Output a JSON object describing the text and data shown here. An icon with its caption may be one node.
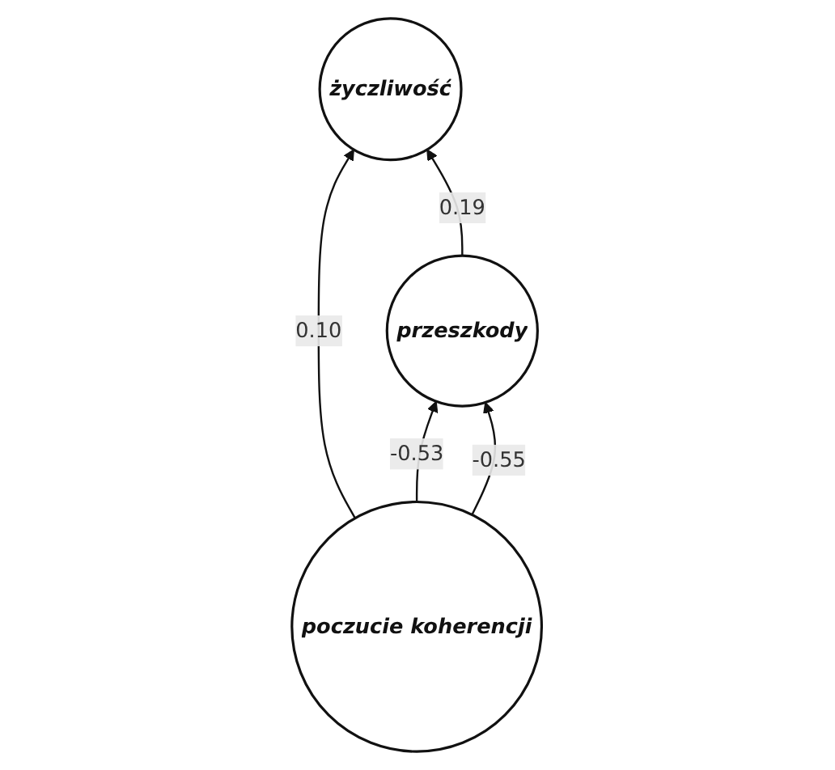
{
  "diagram": {
    "nodes": [
      {
        "text": [
          "życzliwość"
        ]
      },
      {
        "text": [
          "poczucie koherencji"
        ]
      },
      {
        "text": [
          "przeszkody"
        ]
      }
    ],
    "edges": [
      {
        "from": 1,
        "to": 0,
        "arrow": "to",
        "label": "0.10"
      },
      {
        "from": 2,
        "to": 0,
        "arrow": "to",
        "label": "0.19"
      },
      {
        "from": 1,
        "to": 2,
        "arrow": "to",
        "label": "-0.53"
      },
      {
        "from": 1,
        "to": 2,
        "arrow": "to",
        "label": "-0.55"
      }
    ]
  }
}
